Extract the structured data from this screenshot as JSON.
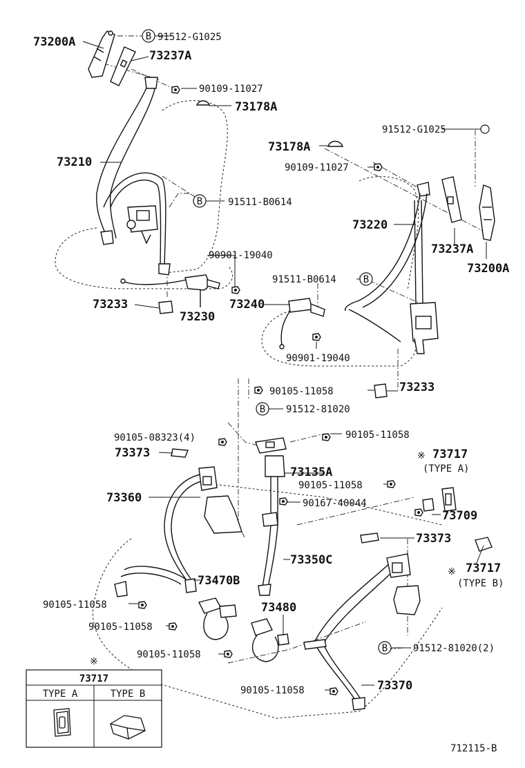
{
  "diagram_code": "712115-B",
  "ref_mark": "※",
  "circle_letter": "B",
  "labels": {
    "p73200A_l": "73200A",
    "p91512_g1025_l": "91512-G1025",
    "p73237A_l": "73237A",
    "p90109_11027_l": "90109-11027",
    "p73178A_l": "73178A",
    "p73210": "73210",
    "p91511_b0614_l": "91511-B0614",
    "p90901_19040_l": "90901-19040",
    "p73233_l": "73233",
    "p73230": "73230",
    "p73240": "73240",
    "p91512_g1025_r": "91512-G1025",
    "p73178A_r": "73178A",
    "p90109_11027_r": "90109-11027",
    "p73220": "73220",
    "p73237A_r": "73237A",
    "p73200A_r": "73200A",
    "p91511_b0614_r": "91511-B0614",
    "p90901_19040_r": "90901-19040",
    "p90105_11058_a": "90105-11058",
    "p73233_r": "73233",
    "p91512_81020": "91512-81020",
    "p90105_08323": "90105-08323(4)",
    "p90105_11058_b": "90105-11058",
    "p73373_l": "73373",
    "p73717_a": "73717",
    "p73717_a_type": "(TYPE A)",
    "p73135A": "73135A",
    "p73360": "73360",
    "p90105_11058_c": "90105-11058",
    "p90167_40044": "90167-40044",
    "p73709": "73709",
    "p73373_r": "73373",
    "p73350C": "73350C",
    "p73717_b": "73717",
    "p73717_b_type": "(TYPE B)",
    "p73470B": "73470B",
    "p90105_11058_d": "90105-11058",
    "p73480": "73480",
    "p90105_11058_e": "90105-11058",
    "p91512_81020_2": "91512-81020(2)",
    "p90105_11058_f": "90105-11058",
    "p73370": "73370",
    "p90105_11058_g": "90105-11058"
  },
  "legend_table": {
    "part": "73717",
    "type_a": "TYPE A",
    "type_b": "TYPE B"
  }
}
